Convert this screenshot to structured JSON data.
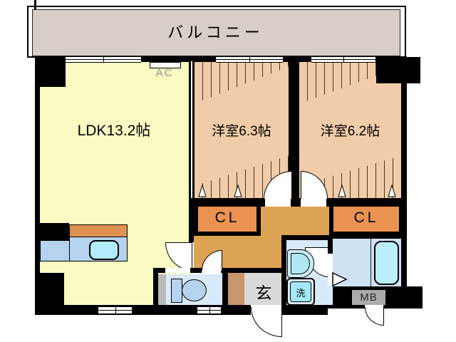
{
  "labels": {
    "balcony": "バルコニー",
    "ldk": "LDK13.2帖",
    "western1": "洋室6.3帖",
    "western2": "洋室6.2帖",
    "closet1": "CL",
    "closet2": "CL",
    "entrance": "玄",
    "washer": "洗",
    "meter_box": "MB",
    "air_conditioner": "AC"
  },
  "colors": {
    "balcony_fill": "#d6cec7",
    "ldk_fill": "#fafbc2",
    "western_room_fill": "#f1cca9",
    "closet_fill": "#ea9351",
    "hallway_fill": "#dda355",
    "entrance_fill": "#d9d9d9",
    "entrance_step": "#c9956b",
    "wet_area_fill": "#d8eafa",
    "bathroom_fill": "#cfe2f5",
    "fixture_blue": "#b5d2ef",
    "fixture_cyan": "#aee8f5",
    "meter_box_fill": "#ababab",
    "wall": "#000000"
  }
}
